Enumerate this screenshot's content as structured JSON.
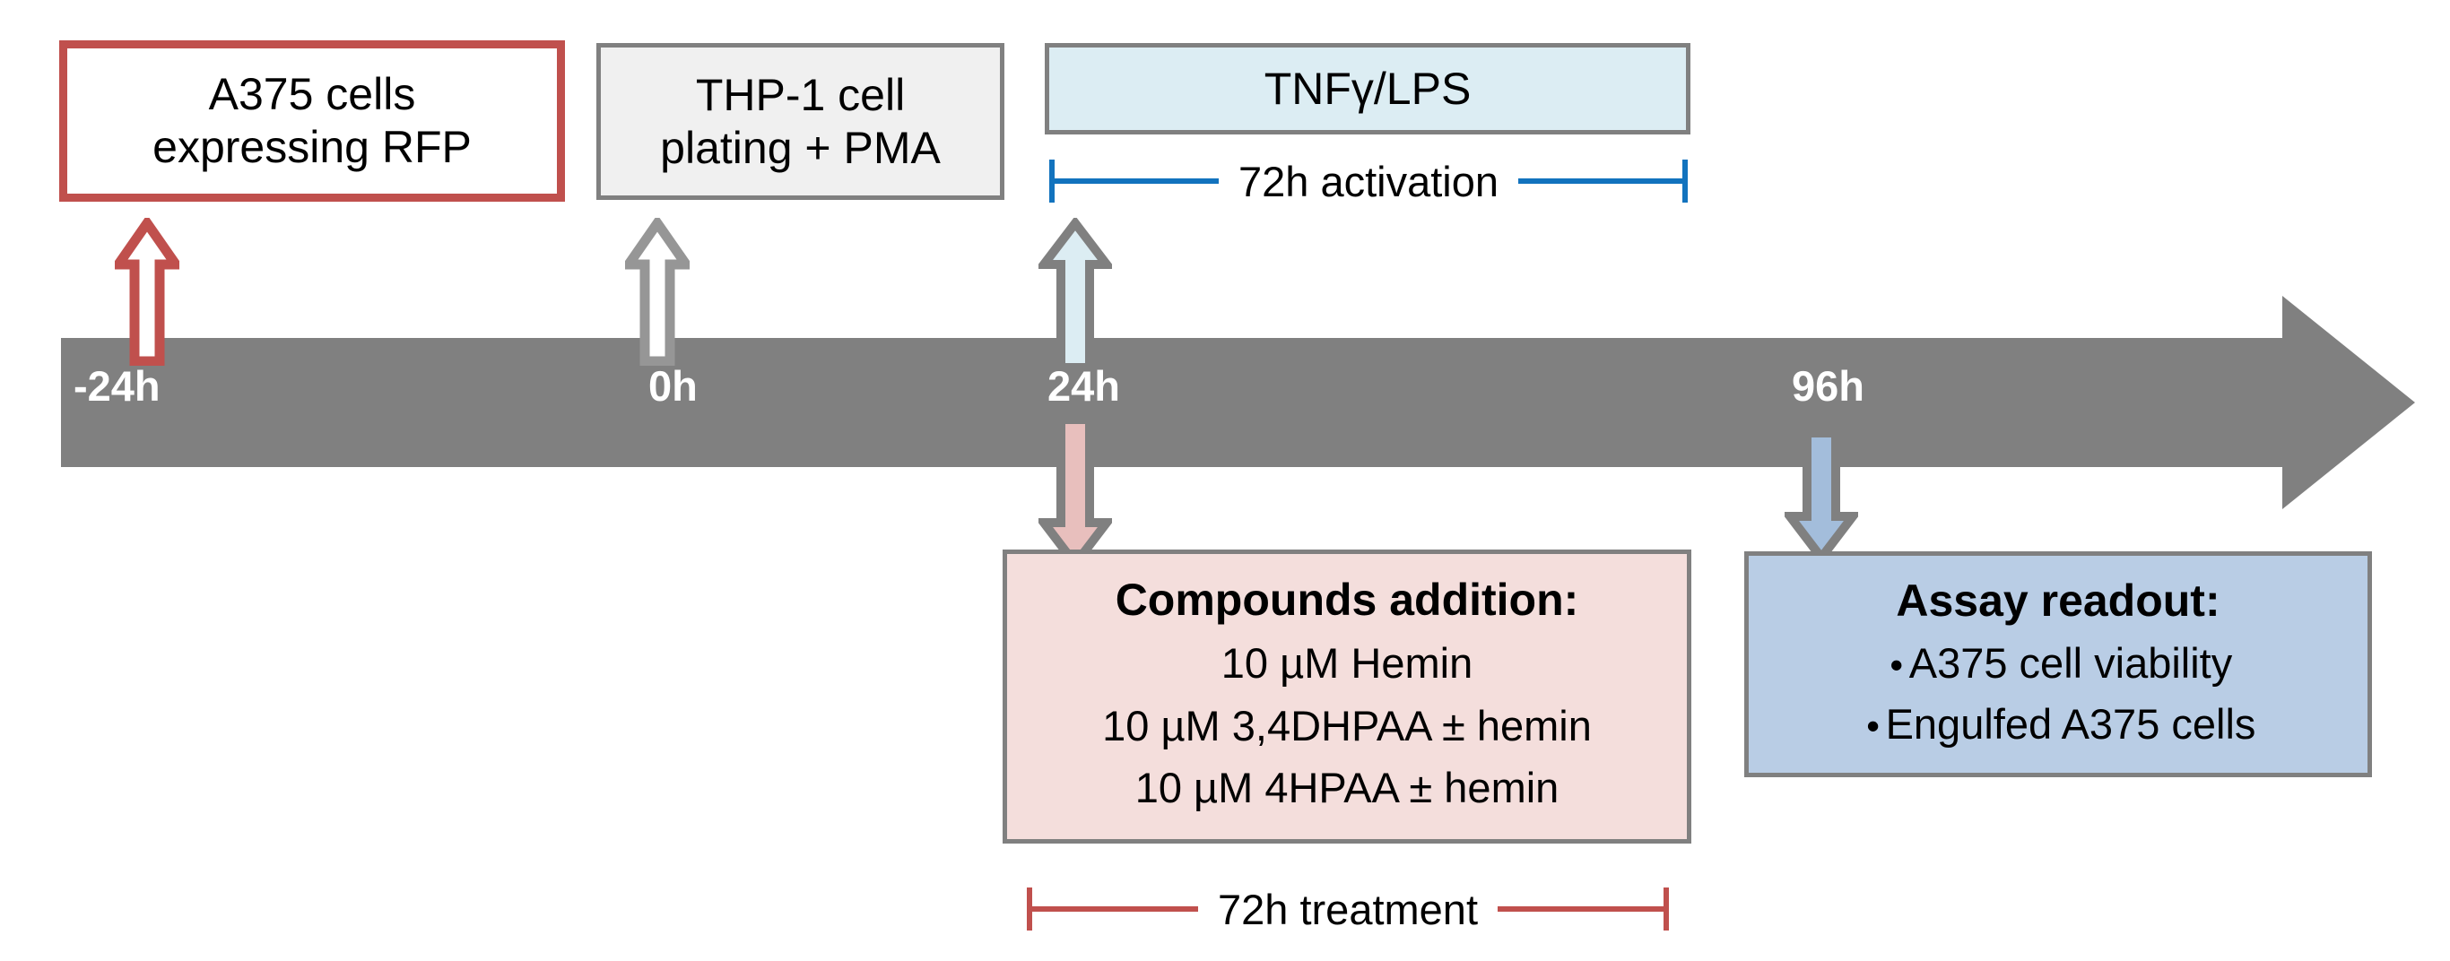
{
  "boxes": {
    "a375": {
      "line1": "A375 cells",
      "line2": "expressing RFP",
      "border_color": "#C0504D",
      "fill": "#FFFFFF"
    },
    "thp1": {
      "line1": "THP-1 cell",
      "line2": "plating + PMA",
      "border_color": "#808080",
      "fill": "#F0F0F0"
    },
    "tnf": {
      "label": "TNFγ/LPS",
      "border_color": "#808080",
      "fill": "#DCEDF3"
    },
    "compounds": {
      "title": "Compounds addition:",
      "lines": [
        "10 µM Hemin",
        "10 µM 3,4DHPAA ± hemin",
        "10 µM 4HPAA ± hemin"
      ],
      "border_color": "#808080",
      "fill": "#F4DEDC"
    },
    "assay": {
      "title": "Assay readout:",
      "bullets": [
        "A375 cell viability",
        "Engulfed A375 cells"
      ],
      "bullet_glyph": "•",
      "border_color": "#808080",
      "fill": "#B9CDE5"
    }
  },
  "timeline": {
    "bar_color": "#808080",
    "ticks": [
      {
        "label": "-24h",
        "marker": "up-arrow-red"
      },
      {
        "label": "0h",
        "marker": "up-arrow-gray"
      },
      {
        "label": "24h",
        "marker": "up-arrow-blue-and-down-arrow-pink"
      },
      {
        "label": "96h",
        "marker": "down-arrow-blue"
      }
    ]
  },
  "brackets": {
    "activation": {
      "label": "72h activation",
      "color": "#1273BE"
    },
    "treatment": {
      "label": "72h treatment",
      "color": "#C0504D"
    }
  }
}
